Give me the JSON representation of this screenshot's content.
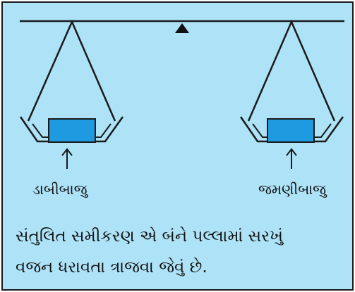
{
  "diagram": {
    "left_pan_label": "ડાબીબાજુ",
    "right_pan_label": "જમણીબાજુ",
    "caption_line_1": "સંતુલિત સમીકરણ એ બંને પલ્લામાં સરખું",
    "caption_line_2": "વજન ધરાવતા ત્રાજવા જેવું છે.",
    "colors": {
      "background": "#ADE2F7",
      "weight_block": "#1E9BE0",
      "lines": "#1a1a1a"
    }
  }
}
